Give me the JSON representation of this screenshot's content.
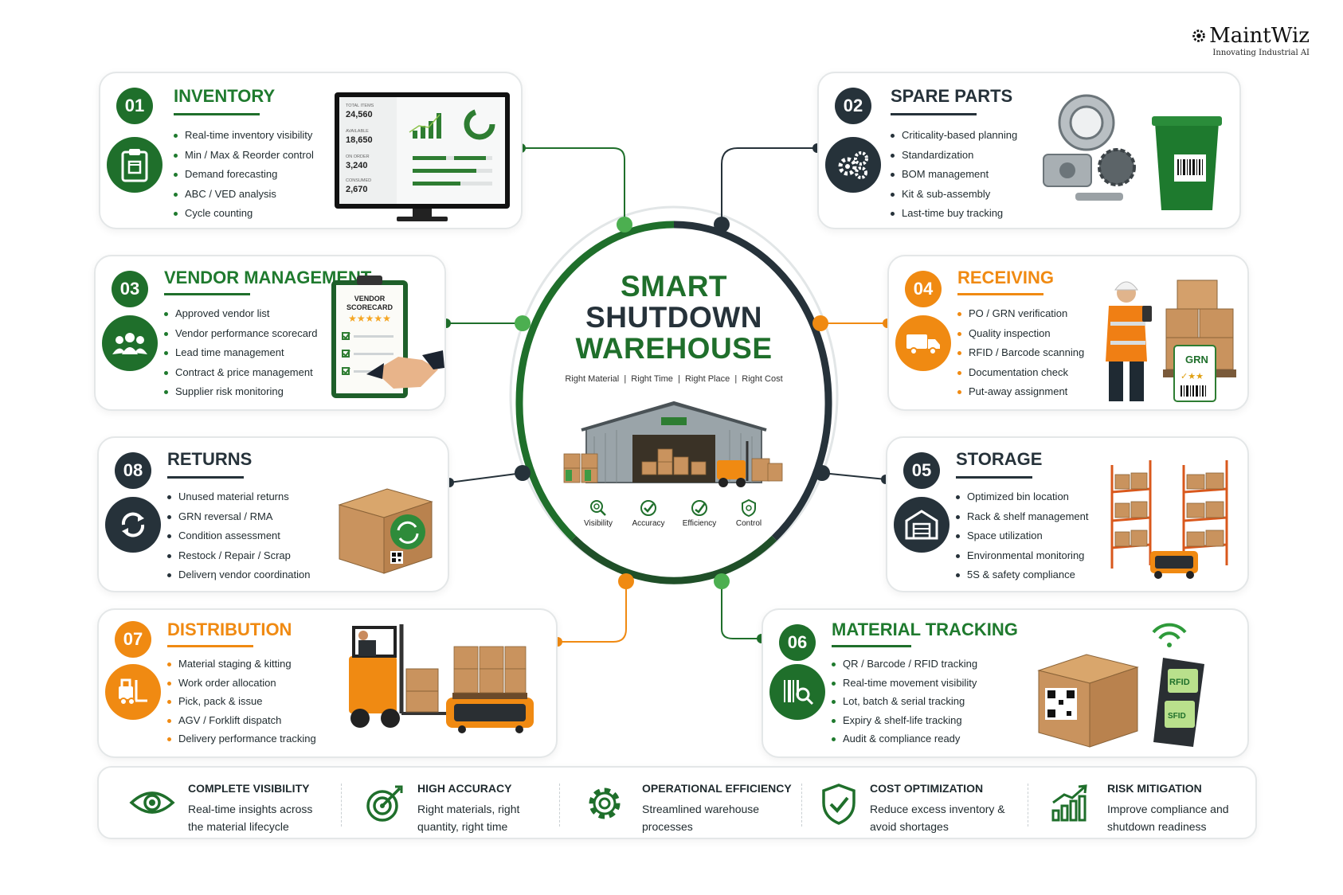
{
  "logo": {
    "name": "MaintWiz",
    "tagline": "Innovating Industrial AI"
  },
  "center": {
    "title_lines": [
      "SMART",
      "SHUTDOWN",
      "WAREHOUSE"
    ],
    "subtitle": "Right Material  |  Right Time  |  Right Place  |  Right Cost",
    "pillars": [
      "Visibility",
      "Accuracy",
      "Efficiency",
      "Control"
    ]
  },
  "cards": {
    "inventory": {
      "number": "01",
      "title": "INVENTORY",
      "items": [
        "Real-time inventory visibility",
        "Min / Max & Reorder control",
        "Demand forecasting",
        "ABC / VED analysis",
        "Cycle counting"
      ]
    },
    "spare_parts": {
      "number": "02",
      "title": "SPARE PARTS",
      "items": [
        "Criticality-based planning",
        "Standardization",
        "BOM management",
        "Kit & sub-assembly",
        "Last-time buy tracking"
      ]
    },
    "vendor": {
      "number": "03",
      "title": "VENDOR MANAGEMENT",
      "items": [
        "Approved vendor list",
        "Vendor performance scorecard",
        "Lead time management",
        "Contract & price management",
        "Supplier risk monitoring"
      ]
    },
    "receiving": {
      "number": "04",
      "title": "RECEIVING",
      "items": [
        "PO / GRN verification",
        "Quality inspection",
        "RFID / Barcode scanning",
        "Documentation check",
        "Put-away assignment"
      ]
    },
    "storage": {
      "number": "05",
      "title": "STORAGE",
      "items": [
        "Optimized bin location",
        "Rack & shelf management",
        "Space utilization",
        "Environmental monitoring",
        "5S & safety compliance"
      ]
    },
    "tracking": {
      "number": "06",
      "title": "MATERIAL TRACKING",
      "items": [
        "QR / Barcode / RFID tracking",
        "Real-time movement visibility",
        "Lot, batch & serial tracking",
        "Expiry & shelf-life tracking",
        "Audit & compliance ready"
      ]
    },
    "distribution": {
      "number": "07",
      "title": "DISTRIBUTION",
      "items": [
        "Material staging & kitting",
        "Work order allocation",
        "Pick, pack & issue",
        "AGV / Forklift dispatch",
        "Delivery performance tracking"
      ]
    },
    "returns": {
      "number": "08",
      "title": "RETURNS",
      "items": [
        "Unused material returns",
        "GRN reversal / RMA",
        "Condition assessment",
        "Restock / Repair / Scrap",
        "Deliverη vendor coordination"
      ]
    }
  },
  "inventory_dashboard": {
    "stats": [
      {
        "label": "TOTAL ITEMS",
        "value": "24,560"
      },
      {
        "label": "AVAILABLE",
        "value": "18,650"
      },
      {
        "label": "ON ORDER",
        "value": "3,240"
      },
      {
        "label": "CONSUMED",
        "value": "2,670"
      }
    ]
  },
  "vendor_scorecard": {
    "title_lines": [
      "VENDOR",
      "SCORECARD"
    ]
  },
  "receiving_tag": "GRN",
  "scanner_lines": [
    "RFID",
    "SFID"
  ],
  "benefits": [
    {
      "title": "COMPLETE VISIBILITY",
      "text": "Real-time insights across the material lifecycle",
      "icon": "eye-icon"
    },
    {
      "title": "HIGH ACCURACY",
      "text": "Right materials, right quantity, right time",
      "icon": "target-icon"
    },
    {
      "title": "OPERATIONAL EFFICIENCY",
      "text": "Streamlined warehouse processes",
      "icon": "gear-icon"
    },
    {
      "title": "COST OPTIMIZATION",
      "text": "Reduce excess inventory & avoid shortages",
      "icon": "shield-check-icon"
    },
    {
      "title": "RISK MITIGATION",
      "text": "Improve compliance and shutdown readiness",
      "icon": "growth-chart-icon"
    }
  ],
  "colors": {
    "green": "#1f6f2b",
    "dark": "#26323a",
    "orange": "#f08a12",
    "card_border": "#e4e7e8"
  }
}
